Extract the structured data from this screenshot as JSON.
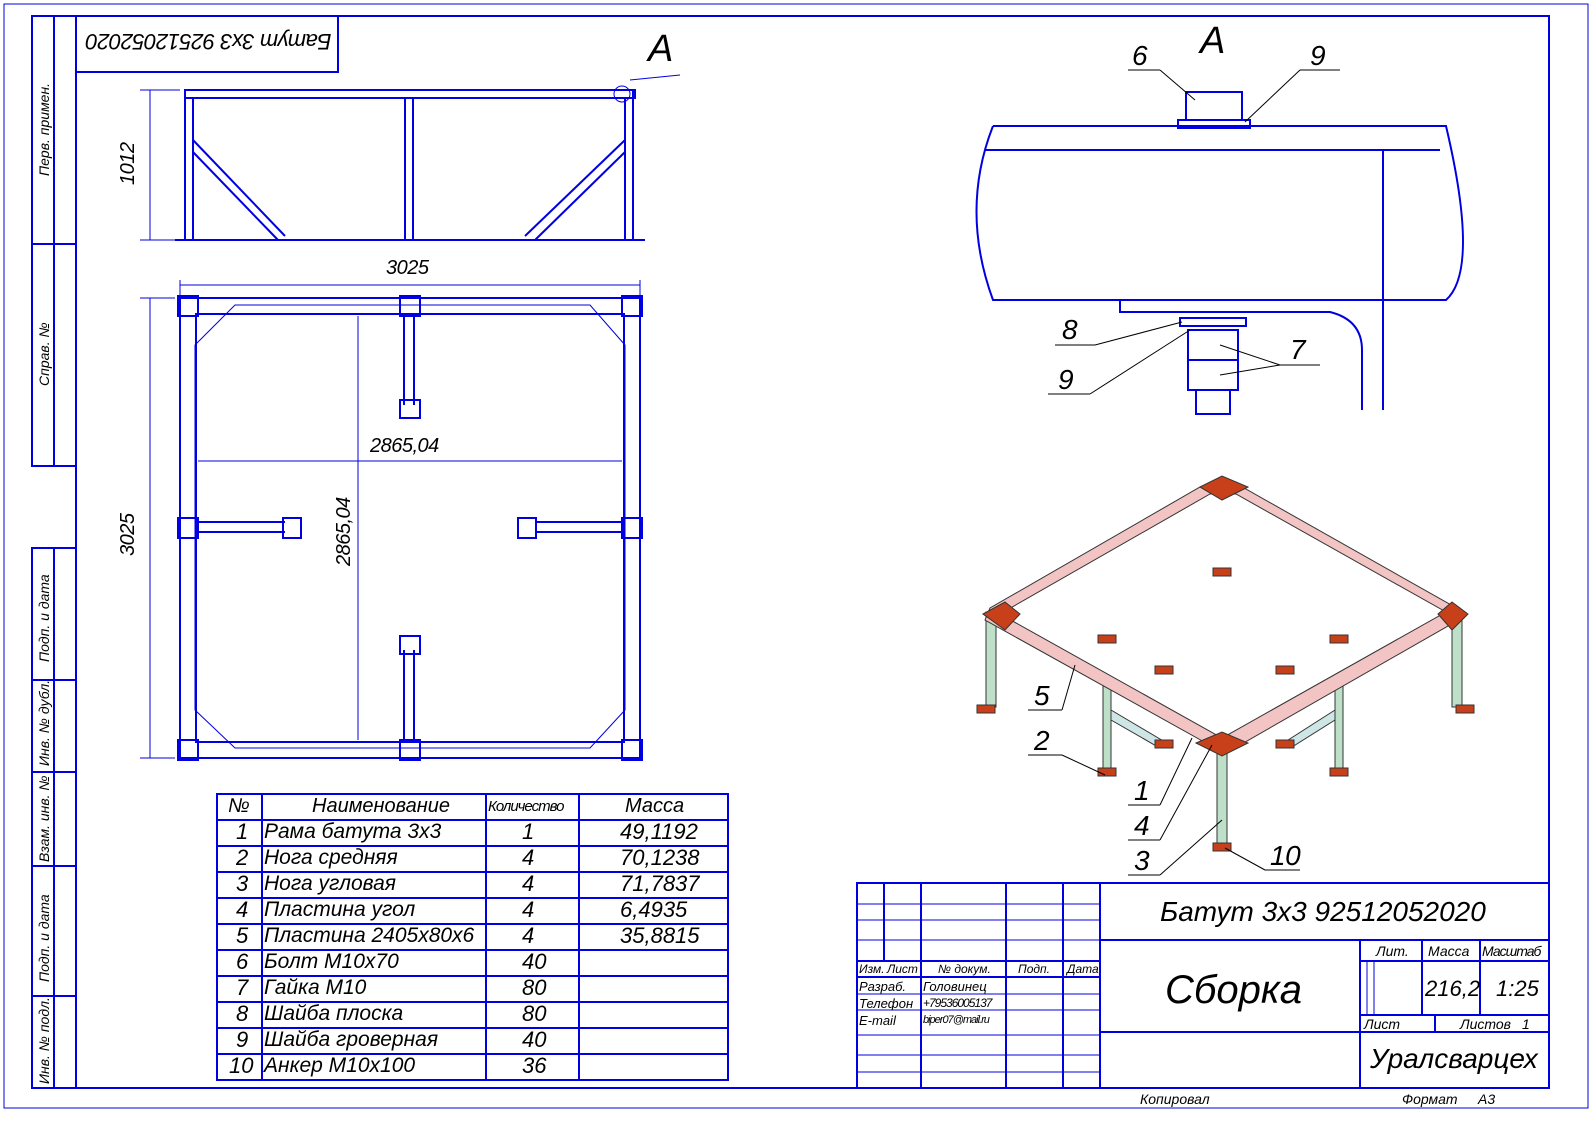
{
  "stamp_top": "Батут 3х3 92512052020",
  "side_labels": [
    "Перв. примен.",
    "Справ. №",
    "Подп. и дата",
    "Инв. № дубл.",
    "Взам. инв. №",
    "Подп. и дата",
    "Инв. № подл."
  ],
  "views": {
    "detail_marker": "А",
    "detail_title": "А",
    "dim_height": "1012",
    "dim_width_top": "3025",
    "dim_height_left": "3025",
    "dim_inner_h": "2865,04",
    "dim_inner_v": "2865,04"
  },
  "detail_callouts": [
    "6",
    "9",
    "8",
    "9",
    "7"
  ],
  "iso_callouts": [
    "5",
    "2",
    "1",
    "4",
    "3",
    "10"
  ],
  "parts_table": {
    "headers": [
      "№",
      "Наименование",
      "Количество",
      "Масса"
    ],
    "rows": [
      [
        "1",
        "Рама батута 3х3",
        "1",
        "49,1192"
      ],
      [
        "2",
        "Нога средняя",
        "4",
        "70,1238"
      ],
      [
        "3",
        "Нога угловая",
        "4",
        "71,7837"
      ],
      [
        "4",
        "Пластина угол",
        "4",
        "6,4935"
      ],
      [
        "5",
        "Пластина 2405х80х6",
        "4",
        "35,8815"
      ],
      [
        "6",
        "Болт М10х70",
        "40",
        ""
      ],
      [
        "7",
        "Гайка М10",
        "80",
        ""
      ],
      [
        "8",
        "Шайба плоска",
        "80",
        ""
      ],
      [
        "9",
        "Шайба гроверная",
        "40",
        ""
      ],
      [
        "10",
        "Анкер М10х100",
        "36",
        ""
      ]
    ]
  },
  "title_block": {
    "designation": "Батут 3х3 92512052020",
    "name": "Сборка",
    "organization": "Уралсварцех",
    "headers": [
      "Изм.",
      "Лист",
      "№ докум.",
      "Подп.",
      "Дата"
    ],
    "people": [
      {
        "role": "Разраб.",
        "value": "Головинец"
      },
      {
        "role": "Телефон",
        "value": "+79536005137"
      },
      {
        "role": "E-mail",
        "value": "biper07@mail.ru"
      }
    ],
    "lit_label": "Лит.",
    "mass_label": "Масса",
    "scale_label": "Масштаб",
    "mass": "216,2",
    "scale": "1:25",
    "sheet_label": "Лист",
    "sheets_label": "Листов",
    "sheets": "1",
    "copied": "Копировал",
    "format_label": "Формат",
    "format": "А3"
  },
  "colors": {
    "line": "#0000e0",
    "plate": "#c8401a",
    "beam": "#f0c0c0",
    "leg": "#bfe0c8"
  }
}
